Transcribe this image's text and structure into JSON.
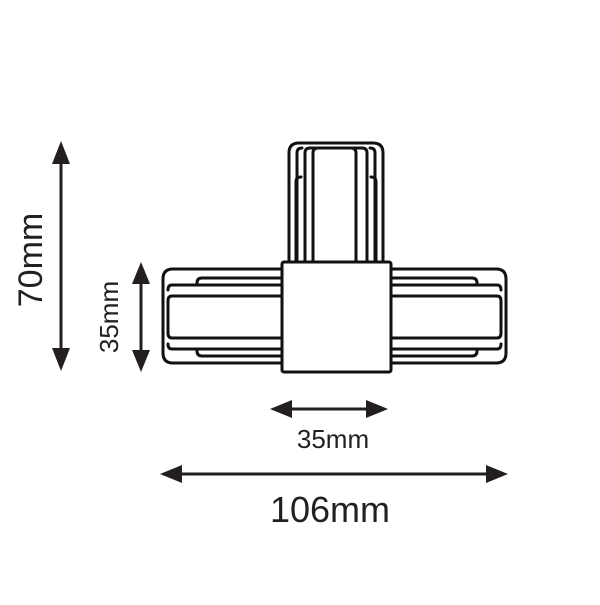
{
  "diagram": {
    "subject": "T-connector (track rail T joint)",
    "colors": {
      "line": "#111111",
      "dimension": "#231f20",
      "background": "#ffffff"
    },
    "dimensions": {
      "height_total": {
        "label": "70mm",
        "orientation": "vertical"
      },
      "height_arm": {
        "label": "35mm",
        "orientation": "vertical"
      },
      "width_body": {
        "label": "35mm",
        "orientation": "horizontal"
      },
      "width_total": {
        "label": "106mm",
        "orientation": "horizontal"
      }
    }
  }
}
